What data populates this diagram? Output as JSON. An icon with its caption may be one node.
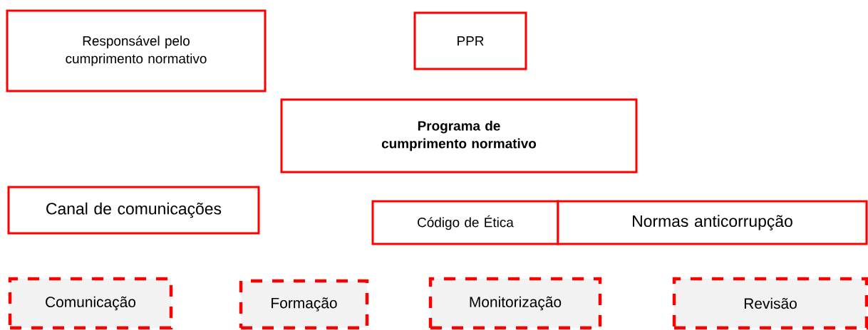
{
  "diagram": {
    "nodes": [
      {
        "text": [
          "Responsável pelo cumprimento normativo"
        ]
      },
      {
        "text": [
          "PPR"
        ]
      },
      {
        "text": [
          "Programa de cumprimento normativo"
        ]
      },
      {
        "text": [
          "Canal de comunicações"
        ]
      },
      {
        "text": [
          "Código de Ética"
        ]
      },
      {
        "text": [
          "Normas anticorrupção"
        ]
      },
      {
        "text": [
          "Comunicação"
        ]
      },
      {
        "text": [
          "Formação"
        ]
      },
      {
        "text": [
          "Monitorização"
        ]
      },
      {
        "text": [
          "Revisão"
        ]
      }
    ]
  }
}
